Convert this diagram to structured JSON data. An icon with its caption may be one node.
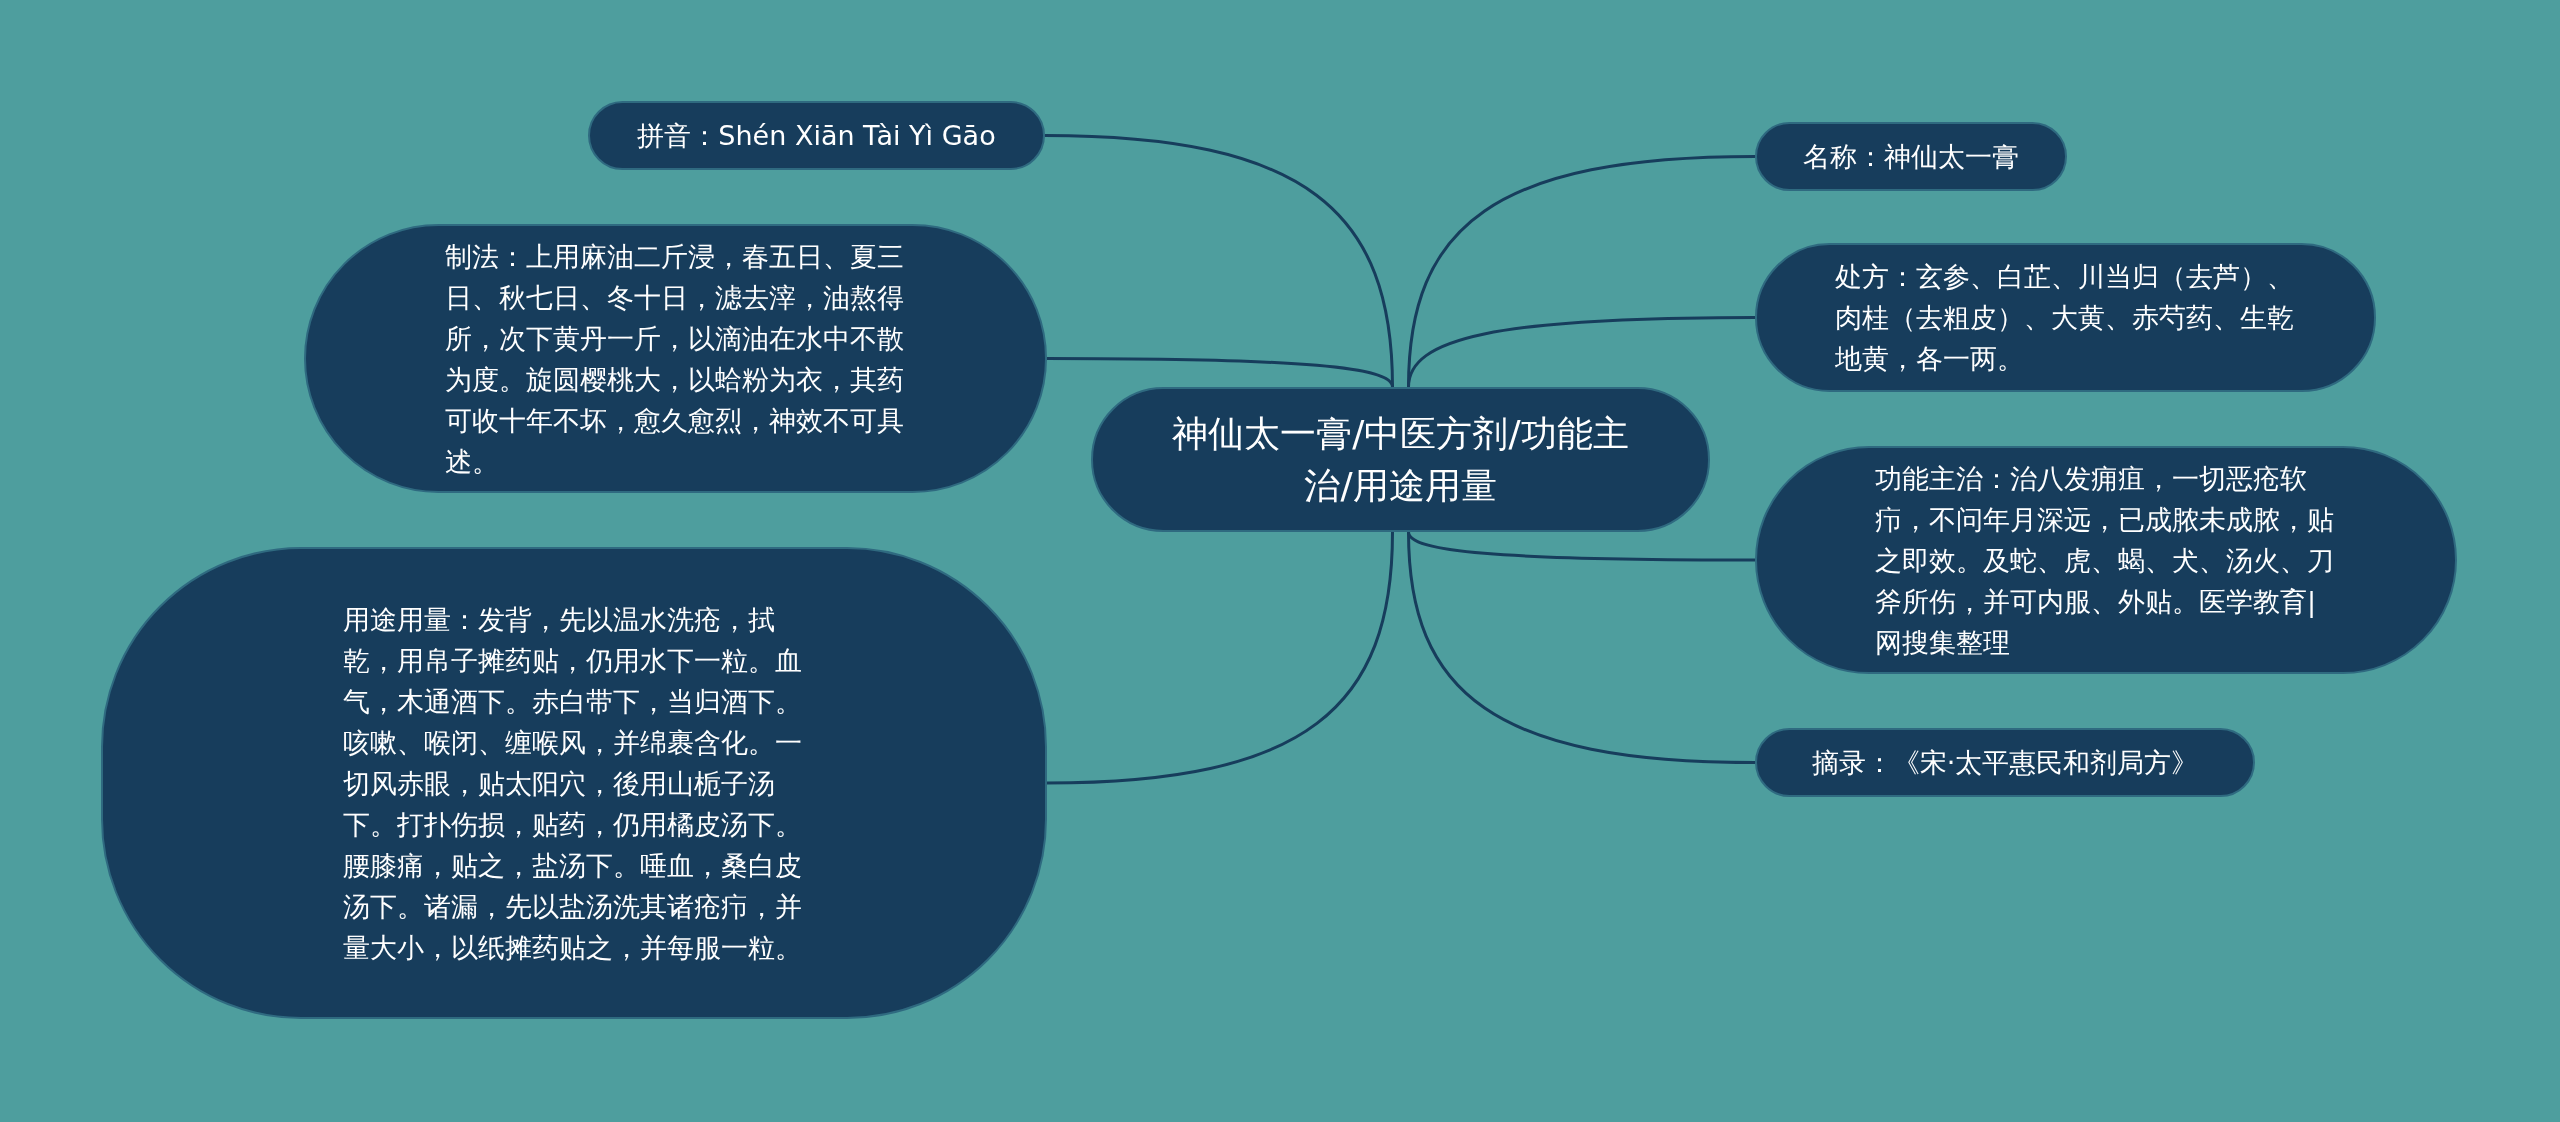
{
  "diagram": {
    "nodes": [
      {
        "text": [
          "神仙太一膏/中医方剂/功能主治/用途用量"
        ]
      },
      {
        "text": [
          "拼音：Shén Xiān Tài Yì Gāo"
        ]
      },
      {
        "text": [
          "制法：上用麻油二斤浸，春五日、夏三日、秋七日、冬十日，滤去滓，油熬得所，次下黄丹一斤，以滴油在水中不散为度。旋圆樱桃大，以蛤粉为衣，其药可收十年不坏，愈久愈烈，神效不可具述。"
        ]
      },
      {
        "text": [
          "用途用量：发背，先以温水洗疮，拭乾，用帛子摊药贴，仍用水下一粒。血气，木通酒下。赤白带下，当归酒下。咳嗽、喉闭、缠喉风，并绵裹含化。一切风赤眼，贴太阳穴，後用山栀子汤下。打扑伤损，贴药，仍用橘皮汤下。腰膝痛，贴之，盐汤下。唾血，桑白皮汤下。诸漏，先以盐汤洗其诸疮疖，并量大小，以纸摊药贴之，并每服一粒。"
        ]
      },
      {
        "text": [
          "名称：神仙太一膏"
        ]
      },
      {
        "text": [
          "处方：玄参、白芷、川当归（去芦）、肉桂（去粗皮）、大黄、赤芍药、生乾地黄，各一两。"
        ]
      },
      {
        "text": [
          "功能主治：治八发痈疽，一切恶疮软疖，不问年月深远，已成脓未成脓，贴之即效。及蛇、虎、蝎、犬、汤火、刀斧所伤，并可内服、外贴。医学教育|网搜集整理"
        ]
      },
      {
        "text": [
          "摘录：《宋·太平惠民和剂局方》"
        ]
      }
    ],
    "edges": [
      {
        "from": 0,
        "to": 1,
        "arrow": "none"
      },
      {
        "from": 0,
        "to": 2,
        "arrow": "none"
      },
      {
        "from": 0,
        "to": 3,
        "arrow": "none"
      },
      {
        "from": 0,
        "to": 4,
        "arrow": "none"
      },
      {
        "from": 0,
        "to": 5,
        "arrow": "none"
      },
      {
        "from": 0,
        "to": 6,
        "arrow": "none"
      },
      {
        "from": 0,
        "to": 7,
        "arrow": "none"
      }
    ]
  }
}
